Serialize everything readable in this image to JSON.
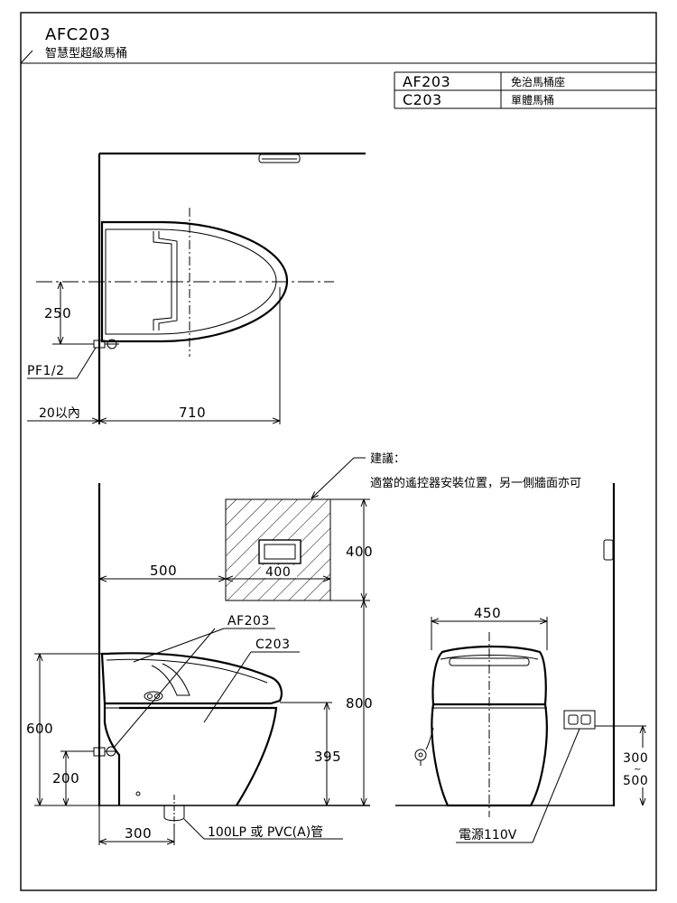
{
  "header": {
    "model_code": "AFC203",
    "model_name": "智慧型超級馬桶"
  },
  "parts_table": [
    {
      "code": "AF203",
      "desc": "免治馬桶座"
    },
    {
      "code": "C203",
      "desc": "單體馬桶"
    }
  ],
  "top_view": {
    "dim_250": "250",
    "pipe_label": "PF1/2",
    "dim_wall": "20以內",
    "dim_length": "710"
  },
  "note": {
    "title": "建議：",
    "text": "適當的遙控器安裝位置，另一側牆面亦可"
  },
  "side_view": {
    "dim_500": "500",
    "dim_400_w": "400",
    "dim_400_h": "400",
    "dim_800": "800",
    "dim_600": "600",
    "dim_395": "395",
    "dim_200": "200",
    "dim_300": "300",
    "label_seat": "AF203",
    "label_bowl": "C203",
    "label_drain": "100LP 或 PVC(A)管"
  },
  "front_view": {
    "dim_450": "450",
    "dim_outlet_top": "300",
    "dim_outlet_sep": "~",
    "dim_outlet_bottom": "500",
    "label_power": "電源110V"
  },
  "colors": {
    "line": "#000000",
    "background": "#ffffff"
  }
}
